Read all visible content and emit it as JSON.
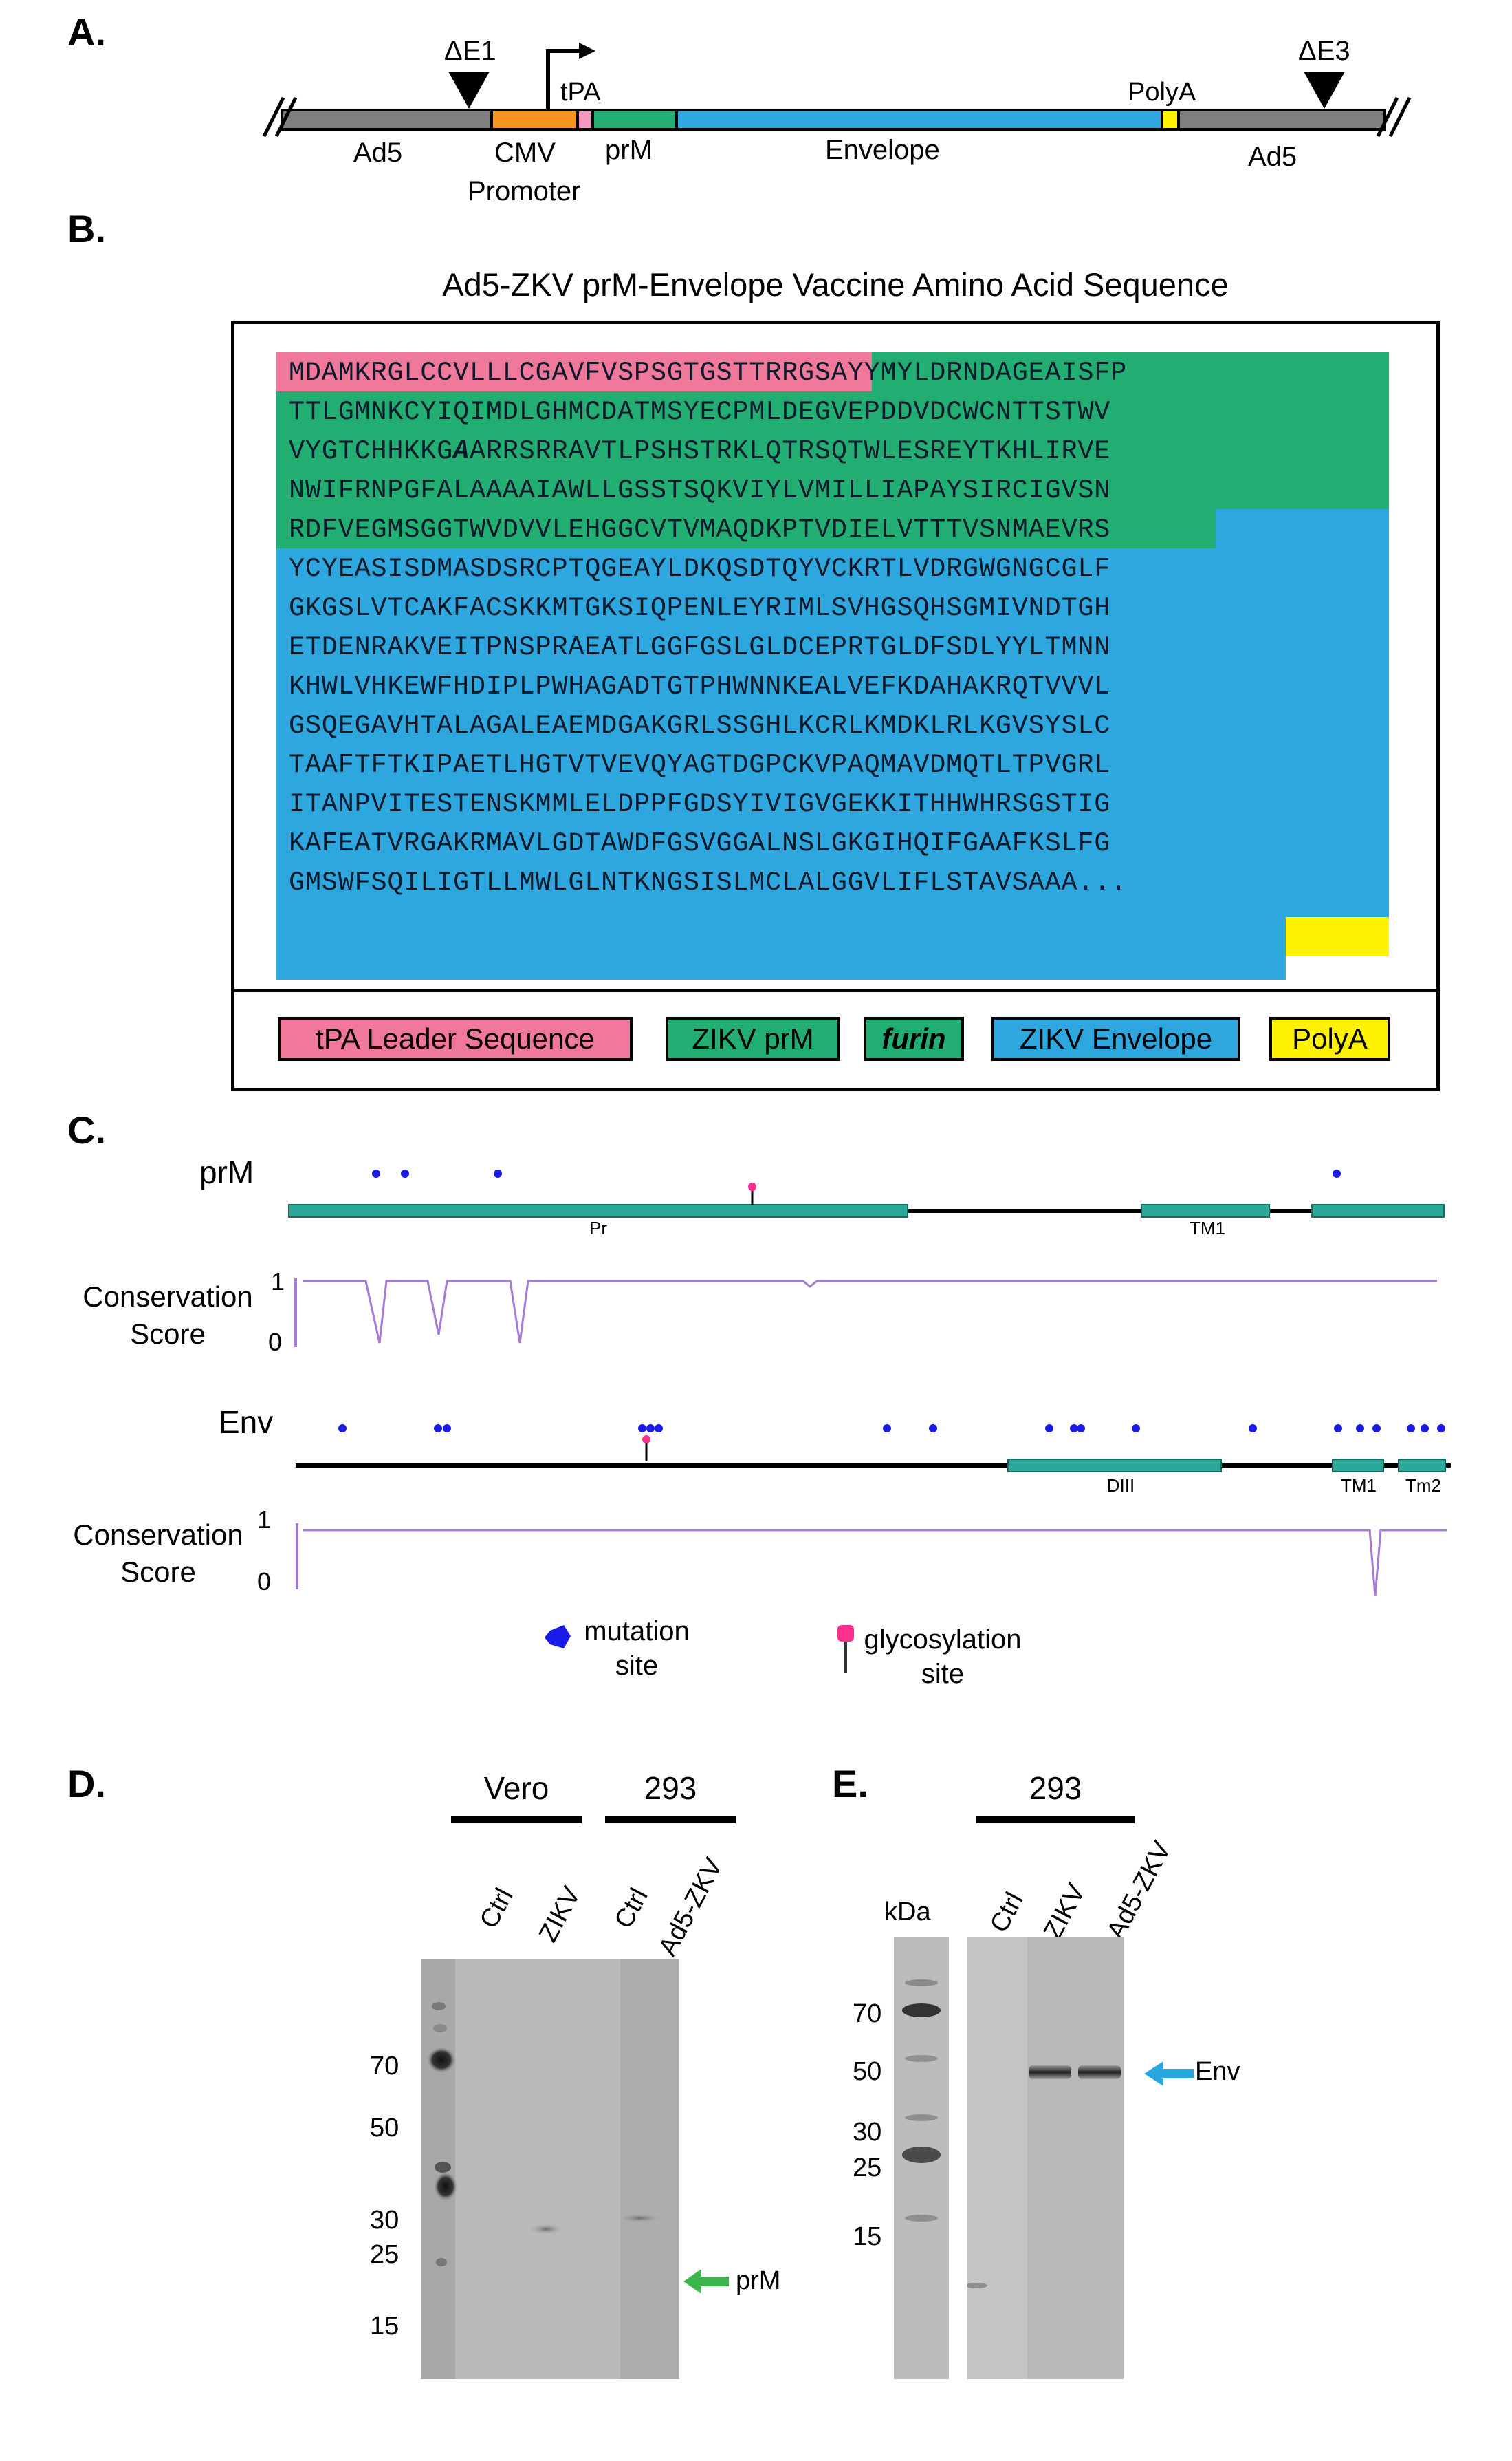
{
  "panels": {
    "a": "A.",
    "b": "B.",
    "c": "C.",
    "d": "D.",
    "e": "E."
  },
  "panel_a": {
    "deltaE1": "ΔE1",
    "deltaE3": "ΔE3",
    "tPA": "tPA",
    "polyA": "PolyA",
    "ad5_left": "Ad5",
    "cmv": "CMV",
    "promoter": "Promoter",
    "prM": "prM",
    "envelope": "Envelope",
    "ad5_right": "Ad5"
  },
  "panel_b": {
    "title": "Ad5-ZKV prM-Envelope Vaccine Amino Acid Sequence",
    "lines": [
      [
        "MDAMKRGLCCVLLLCGAVFVSPSGTGST",
        "",
        "TRRGSAYYMYLDRNDAGEAISFP"
      ],
      [
        "TTLGMNKCYIQIMDLGHMCDATMSYECPMLDEGVEPDDVDCWCNTTSTWV"
      ],
      [
        "VYGTCHHKKG",
        "A",
        "ARRSRRAVTLPSHSTRKLQTRSQTWLESREYTKHLIRVE"
      ],
      [
        "NWIFRNPGFALAAAAIAWLLGSSTSQKVIYLVMILLIAPAYSIR",
        "CIGVSN"
      ],
      [
        "RDFVEGMSGGTWVDVVLEHGGCVTVMAQDKPTVDIELVTTTVSNMAEVRS"
      ],
      [
        "YCYEASISDMASDSRCPTQGEAYLDKQSDTQYVCKRTLVDRGWGNGCGLF"
      ],
      [
        "GKGSLVTCAKFACSKKMTGKSIQPENLEYRIMLSVHGSQHSGMIVNDTGH"
      ],
      [
        "ETDENRAKVEITPNSPRAEATLGGFGSLGLDCEPRTGLDFSDLYYLTMNN"
      ],
      [
        "KHWLVHKEWFHDIPLPWHAGADTGTPHWNNKEALVEFKDAHAKRQTVVVL"
      ],
      [
        "GSQEGAVHTALAGALEAEMDGAKGRLSSGHLKCRLKMDKLRLKGVSYSLC"
      ],
      [
        "TAAFTFTKIPAETLHGTVTVEVQYAGTDGPCKVPAQMAVDMQTLTPVGRL"
      ],
      [
        "ITANPVITESTENSKMMLELDPPFGDSYIVIGVGEKKITHHWHRSGSTIG"
      ],
      [
        "KAFEATVRGAKRMAVLGDTAWDFGSVGGALNSLGKGIHQIFGAAFKSLFG"
      ],
      [
        "GMSWFSQILIGTLLMWLGLNTKNGSISLMCLALGGVLIFLSTAVSAA",
        "A..."
      ]
    ],
    "legend": {
      "tpa": "tPA Leader Sequence",
      "prm": "ZIKV prM",
      "furin": "furin",
      "env": "ZIKV Envelope",
      "polya": "PolyA"
    },
    "colors": {
      "tpa": "#f0789a",
      "prm": "#22ad73",
      "env": "#2ea6de",
      "polya": "#fff200"
    }
  },
  "panel_c": {
    "prm_label": "prM",
    "env_label": "Env",
    "conservation_score": "Conservation",
    "score": "Score",
    "one": "1",
    "zero": "0",
    "pr": "Pr",
    "tm1": "TM1",
    "diii": "DIII",
    "env_tm1": "TM1",
    "tm2": "Tm2",
    "mutation": "mutation",
    "site1": "site",
    "glyco": "glycosylation",
    "site2": "site",
    "colors": {
      "domain": "#2ca89a",
      "mutation": "#1a1ae6",
      "glyco": "#ff2f8e",
      "conservation": "#a87ad8"
    }
  },
  "panel_d": {
    "vero": "Vero",
    "c293": "293",
    "lanes": [
      "Ctrl",
      "ZIKV",
      "Ctrl",
      "Ad5-ZKV"
    ],
    "markers": [
      "70",
      "50",
      "30",
      "25",
      "15"
    ],
    "band": "prM",
    "arrow_color": "#3cb44b"
  },
  "panel_e": {
    "c293": "293",
    "kda": "kDa",
    "lanes": [
      "Ctrl",
      "ZIKV",
      "Ad5-ZKV"
    ],
    "markers": [
      "70",
      "50",
      "30",
      "25",
      "15"
    ],
    "band": "Env",
    "arrow_color": "#29a8e0"
  }
}
